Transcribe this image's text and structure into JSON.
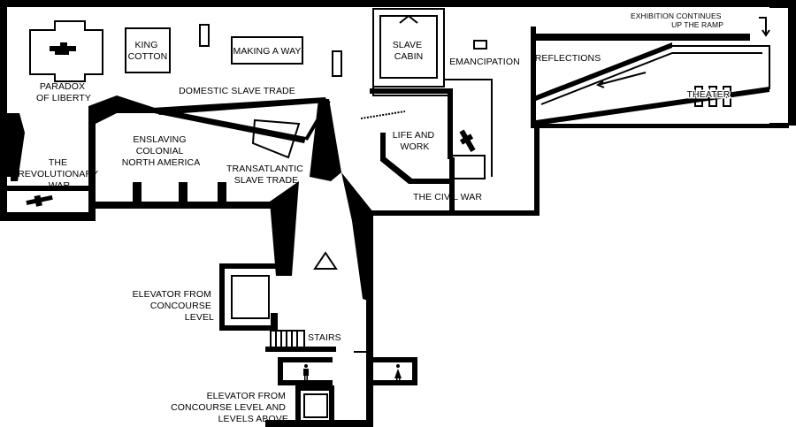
{
  "labels": {
    "paradox": [
      "PARADOX",
      "OF LIBERTY"
    ],
    "king_cotton": [
      "KING",
      "COTTON"
    ],
    "making_a_way": "MAKING A WAY",
    "slave_cabin": [
      "SLAVE",
      "CABIN"
    ],
    "emancipation": "EMANCIPATION",
    "reflections": "REFLECTIONS",
    "exhibition_continues": [
      "EXHIBITION CONTINUES",
      "UP THE RAMP"
    ],
    "theater": "THEATER",
    "domestic_slave_trade": "DOMESTIC SLAVE TRADE",
    "life_and_work": [
      "LIFE AND",
      "WORK"
    ],
    "enslaving": [
      "ENSLAVING",
      "COLONIAL",
      "NORTH AMERICA"
    ],
    "revolutionary_war": [
      "THE",
      "REVOLUTIONARY",
      "WAR"
    ],
    "transatlantic": [
      "TRANSATLANTIC",
      "SLAVE TRADE"
    ],
    "civil_war": "THE CIVIL WAR",
    "elevator_concourse": [
      "ELEVATOR FROM",
      "CONCOURSE",
      "LEVEL"
    ],
    "stairs": "STAIRS",
    "elevator_above": [
      "ELEVATOR FROM",
      "CONCOURSE LEVEL AND",
      "LEVELS ABOVE"
    ]
  },
  "icons": {
    "you_are_here": "triangle-icon",
    "restroom_men": "man-icon",
    "restroom_women": "woman-icon",
    "cannon": "cannon-icon"
  },
  "colors": {
    "wall": "#000000",
    "background": "#ffffff"
  }
}
